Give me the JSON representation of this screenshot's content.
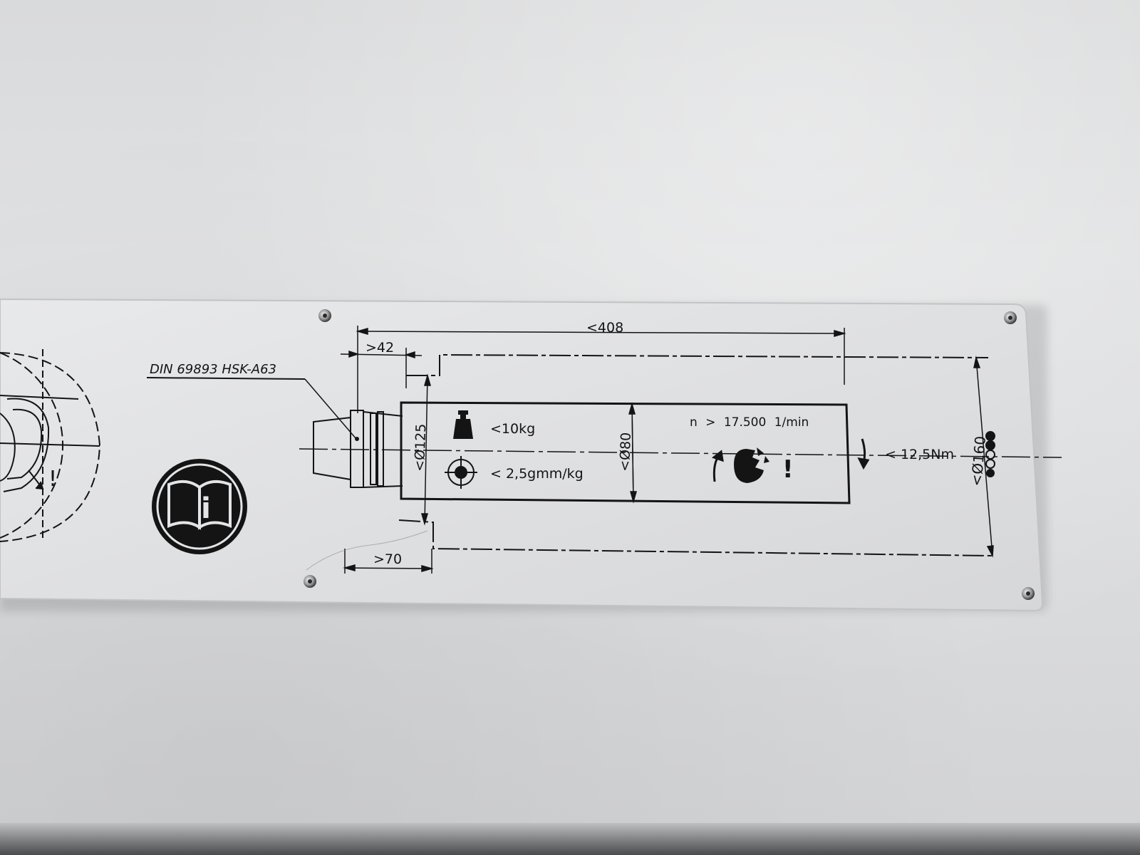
{
  "plate": {
    "standard_label": "DIN 69893 HSK-A63",
    "max_weight": "<10kg",
    "max_unbalance": "< 2,5gmm/kg",
    "max_speed": "n > 17.500 1/min",
    "max_torque": "< 12,5Nm",
    "dim_length": "<408",
    "dim_shank": ">42",
    "dim_collar": ">70",
    "dim_diam_125": "<Ø125",
    "dim_diam_80": "<Ø80",
    "dim_diam_160": "<Ø160",
    "warning_mark_main": "!",
    "warning_mark_left": "!",
    "info_sign_letter": "i"
  },
  "colors": {
    "plate": "#e3e4e6",
    "ink": "#141414",
    "wall": "#dcdddf"
  },
  "icons": [
    "weight-icon",
    "balance-target-icon",
    "rotation-arrow-icon",
    "broken-tool-icon",
    "torque-arrow-icon",
    "manual-info-icon",
    "screw-icon"
  ]
}
